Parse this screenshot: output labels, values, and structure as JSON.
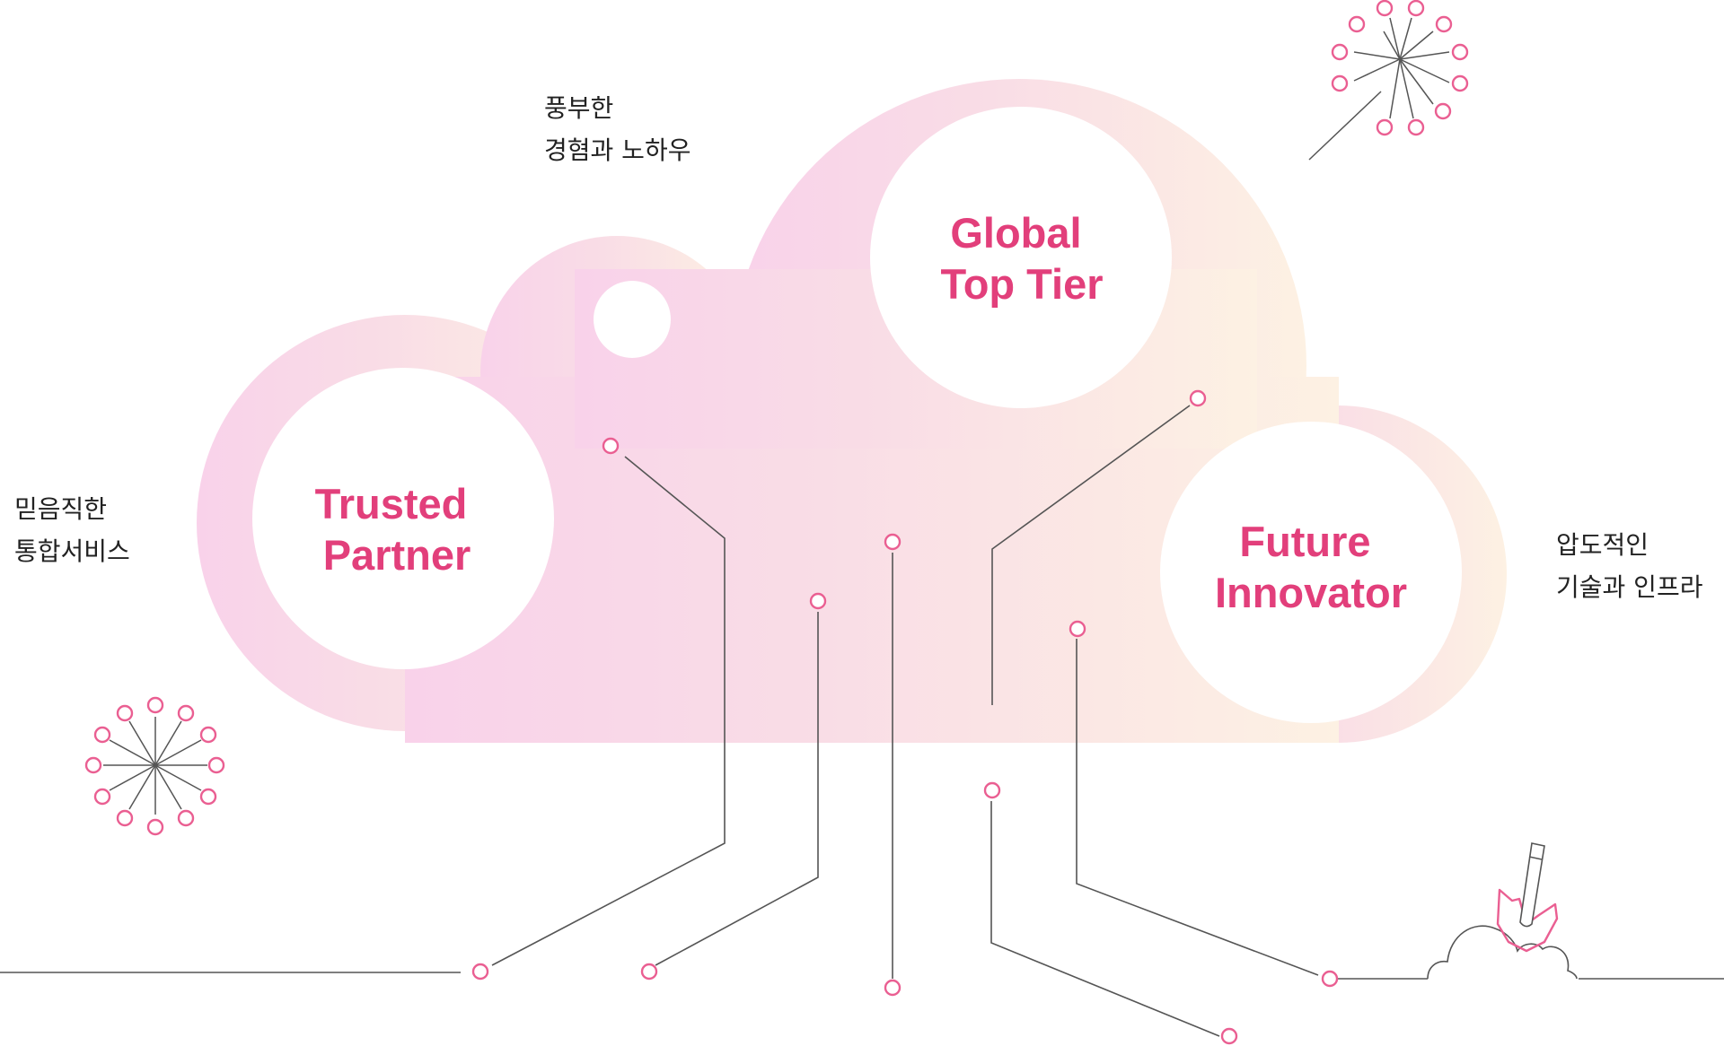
{
  "labels": {
    "rich_experience": [
      "풍부한",
      "경혐과 노하우"
    ],
    "trusted_service": [
      "믿음직한",
      "통합서비스"
    ],
    "superior_tech": [
      "압도적인",
      "기술과 인프라"
    ]
  },
  "circles": {
    "trusted_partner": [
      "Trusted",
      "Partner"
    ],
    "global_top_tier": [
      "Global",
      "Top Tier"
    ],
    "future_innovator": [
      "Future",
      "Innovator"
    ]
  },
  "colors": {
    "accent": "#e23f7b",
    "node_stroke": "#ea5f92",
    "cloud_left": "#f9d2ea",
    "cloud_mid": "#f9dde6",
    "cloud_right": "#fdf1e3",
    "wire": "#555555",
    "text": "#222222"
  },
  "icons": {
    "top_right_burst": "sparkler-burst-icon",
    "bottom_left_burst": "dandelion-burst-icon",
    "bottom_right": "shovel-digging-icon"
  }
}
